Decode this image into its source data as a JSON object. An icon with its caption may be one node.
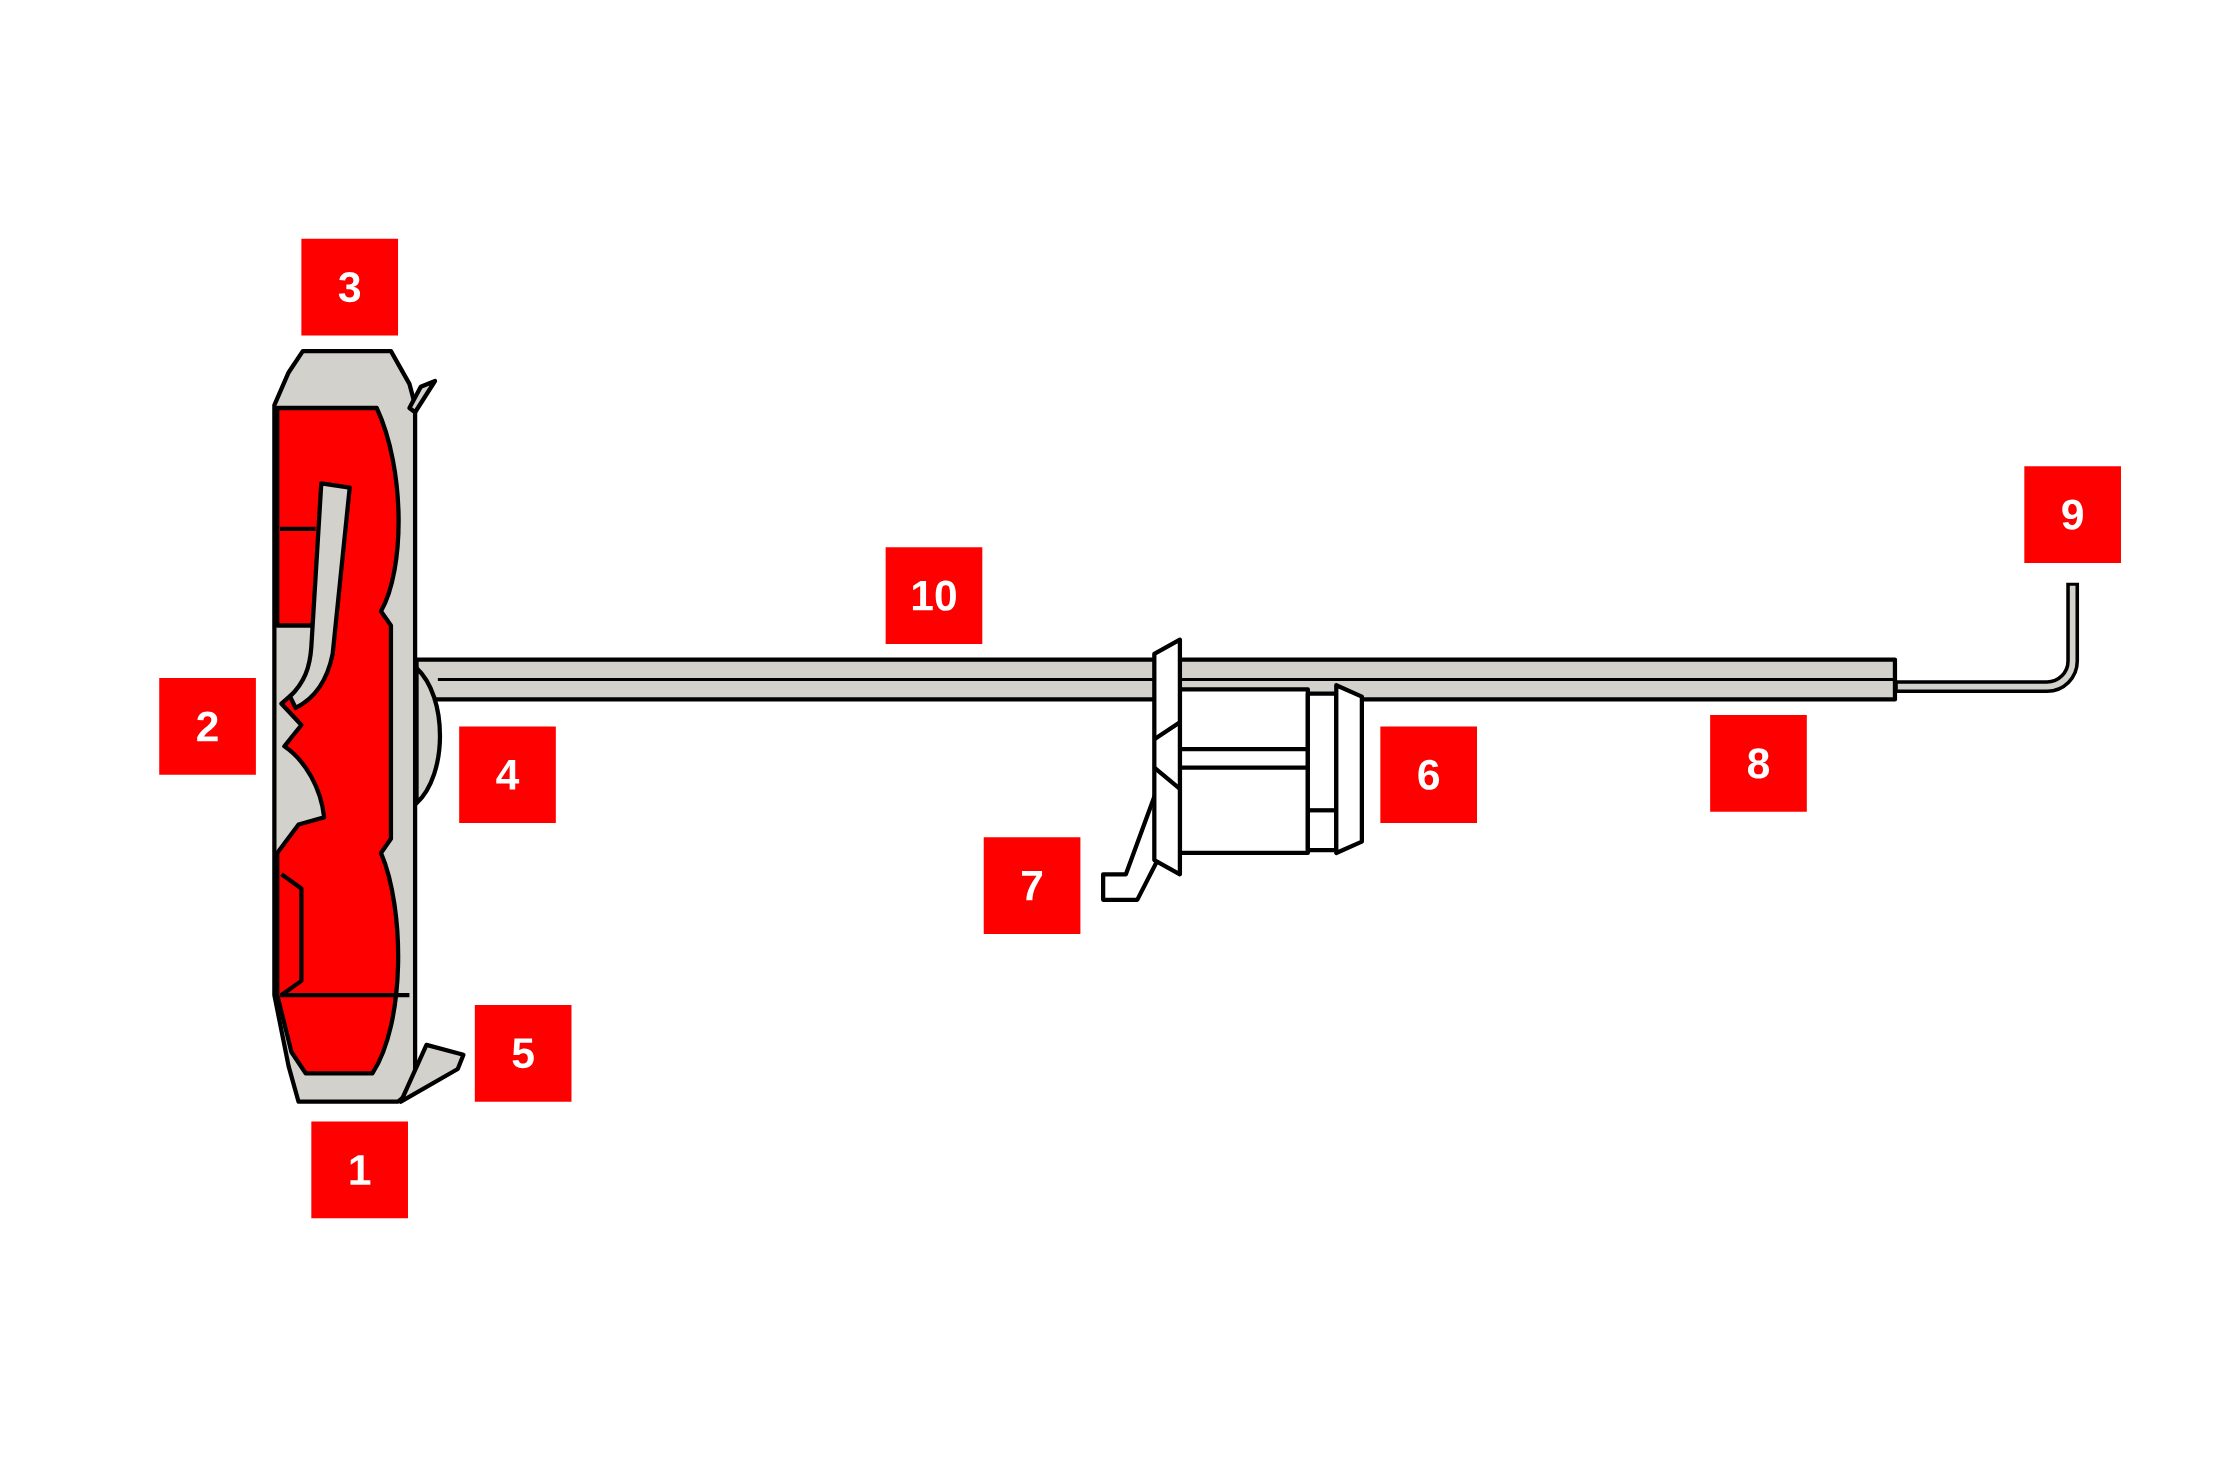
{
  "diagram": {
    "labels": [
      "3",
      "9",
      "10",
      "2",
      "4",
      "6",
      "8",
      "7",
      "5",
      "1"
    ]
  }
}
